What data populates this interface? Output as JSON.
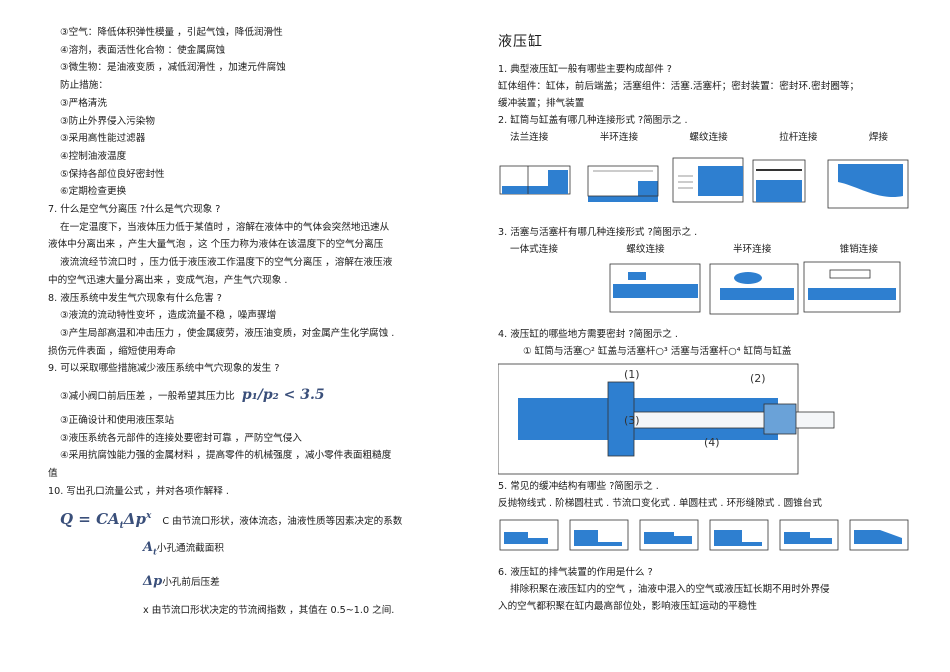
{
  "left": {
    "l1": "③空气：降低体积弹性模量  ，引起气蚀，降低润滑性",
    "l2": "④溶剂，表面活性化合物  ：使金属腐蚀",
    "l3": "③微生物：是油液变质  ，减低润滑性  ，加速元件腐蚀",
    "l4": "防止措施：",
    "m1": "③严格清洗",
    "m2": "③防止外界侵入污染物",
    "m3": "③采用高性能过滤器",
    "m4": "④控制油液温度",
    "m5": "⑤保持各部位良好密封性",
    "m6": "⑥定期检查更换",
    "q7": "7. 什么是空气分离压  ?什么是气穴现象  ?",
    "q7a1": "在一定温度下，当液体压力低于某值时   ，溶解在液体中的气体会突然地迅速从",
    "q7a2": "液体中分离出来   ，产生大量气泡  ，这   个压力称为液体在该温度下的空气分离压",
    "q7a3": "液流流经节流口时  ，压力低于液压液工作温度下的空气分离压       ，溶解在液压液",
    "q7a4": "中的空气迅速大量分离出来   ，变成气泡，产生气穴现象  .",
    "q8": "8. 液压系统中发生气穴现象有什么危害   ?",
    "q8a1": "③液流的流动特性变坏  ，造成流量不稳  ，噪声骤增",
    "q8a2": "③产生局部高温和冲击压力    ，使金属疲劳，液压油变质，对金属产生化学腐蚀   .",
    "q8a3": "损伤元件表面  ，缩短使用寿命",
    "q9": "9. 可以采取哪些措施减少液压系统中气穴现象的发生       ?",
    "q9a1": "③减小阀口前后压差   ，一般希望其压力比",
    "q9formula": "p₁/p₂ < 3.5",
    "q9a2": "③正确设计和使用液压泵站",
    "q9a3": "③液压系统各元部件的连接处要密封可靠      ，严防空气侵入",
    "q9a4": "④采用抗腐蚀能力强的金属材料     ，提高零件的机械强度  ，减小零件表面粗糙度",
    "q9a5": "值",
    "q10": "10. 写出孔口流量公式  ，并对各项作解释   .",
    "q10formula": "Q = CA",
    "q10formula_sub": "t",
    "q10formula_mid": "Δp",
    "q10formula_sup": "x",
    "q10c": "C 由节流口形状，液体流态，油液性质等因素决定的系数",
    "q10at_sym": "A",
    "q10at_sub": "t",
    "q10at": "小孔通流截面积",
    "q10dp_sym": "Δp",
    "q10dp": "小孔前后压差",
    "q10x": "x 由节流口形状决定的节流阀指数      ，其值在  0.5~1.0  之间."
  },
  "right": {
    "title": "液压缸",
    "q1": "1. 典型液压缸一般有哪些主要构成部件       ?",
    "q1a1": "缸体组件：缸体，前后端盖；活塞组件：活塞.活塞杆；密封装置：密封环.密封圈等；",
    "q1a2": "缓冲装置；排气装置",
    "q2": "2. 缸筒与缸盖有哪几种连接形式     ?简图示之  .",
    "q2labels": [
      "法兰连接",
      "半环连接",
      "螺纹连接",
      "拉杆连接",
      "焊接"
    ],
    "q3": "3. 活塞与活塞杆有哪几种连接形式     ?简图示之  .",
    "q3labels": [
      "一体式连接",
      "螺纹连接",
      "半环连接",
      "锥销连接"
    ],
    "q4": "4. 液压缸的哪些地方需要密封    ?简图示之  .",
    "q4sub": "① 缸筒与活塞○² 缸盖与活塞杆○³ 活塞与活塞杆○⁴ 缸筒与缸盖",
    "q4fig": [
      "(1)",
      "(2)",
      "(3)",
      "(4)"
    ],
    "q5": "5. 常见的缓冲结构有哪些   ?简图示之  .",
    "q5a": "反抛物线式  .  阶梯圆柱式  . 节流口变化式  . 单圆柱式  .    环形缝隙式  . 圆锥台式",
    "q6": "6. 液压缸的排气装置的作用是什么     ?",
    "q6a1": "排除积聚在液压缸内的空气     ，油液中混入的空气或液压缸长期不用时外界侵",
    "q6a2": "入的空气都积聚在缸内最高部位处，影响液压缸运动的平稳性"
  }
}
